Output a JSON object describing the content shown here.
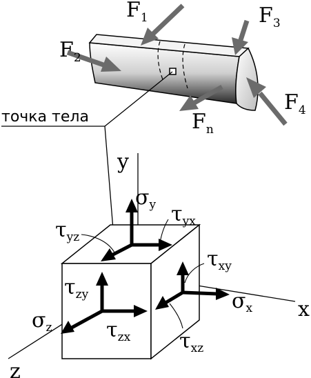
{
  "forces": {
    "f1": {
      "base": "F",
      "sub": "1"
    },
    "f2": {
      "base": "F",
      "sub": "2"
    },
    "f3": {
      "base": "F",
      "sub": "3"
    },
    "f4": {
      "base": "F",
      "sub": "4"
    },
    "fn": {
      "base": "F",
      "sub": "n"
    }
  },
  "caption": "точка тела",
  "axes": {
    "x": "x",
    "y": "y",
    "z": "z"
  },
  "stresses": {
    "sigma_y": {
      "base": "σ",
      "sub": "y"
    },
    "sigma_x": {
      "base": "σ",
      "sub": "x"
    },
    "sigma_z": {
      "base": "σ",
      "sub": "z"
    },
    "tau_yx": {
      "base": "τ",
      "sub": "yx"
    },
    "tau_yz": {
      "base": "τ",
      "sub": "yz"
    },
    "tau_xy": {
      "base": "τ",
      "sub": "xy"
    },
    "tau_zy": {
      "base": "τ",
      "sub": "zy"
    },
    "tau_zx": {
      "base": "τ",
      "sub": "zx"
    },
    "tau_xz": {
      "base": "τ",
      "sub": "xz"
    }
  }
}
